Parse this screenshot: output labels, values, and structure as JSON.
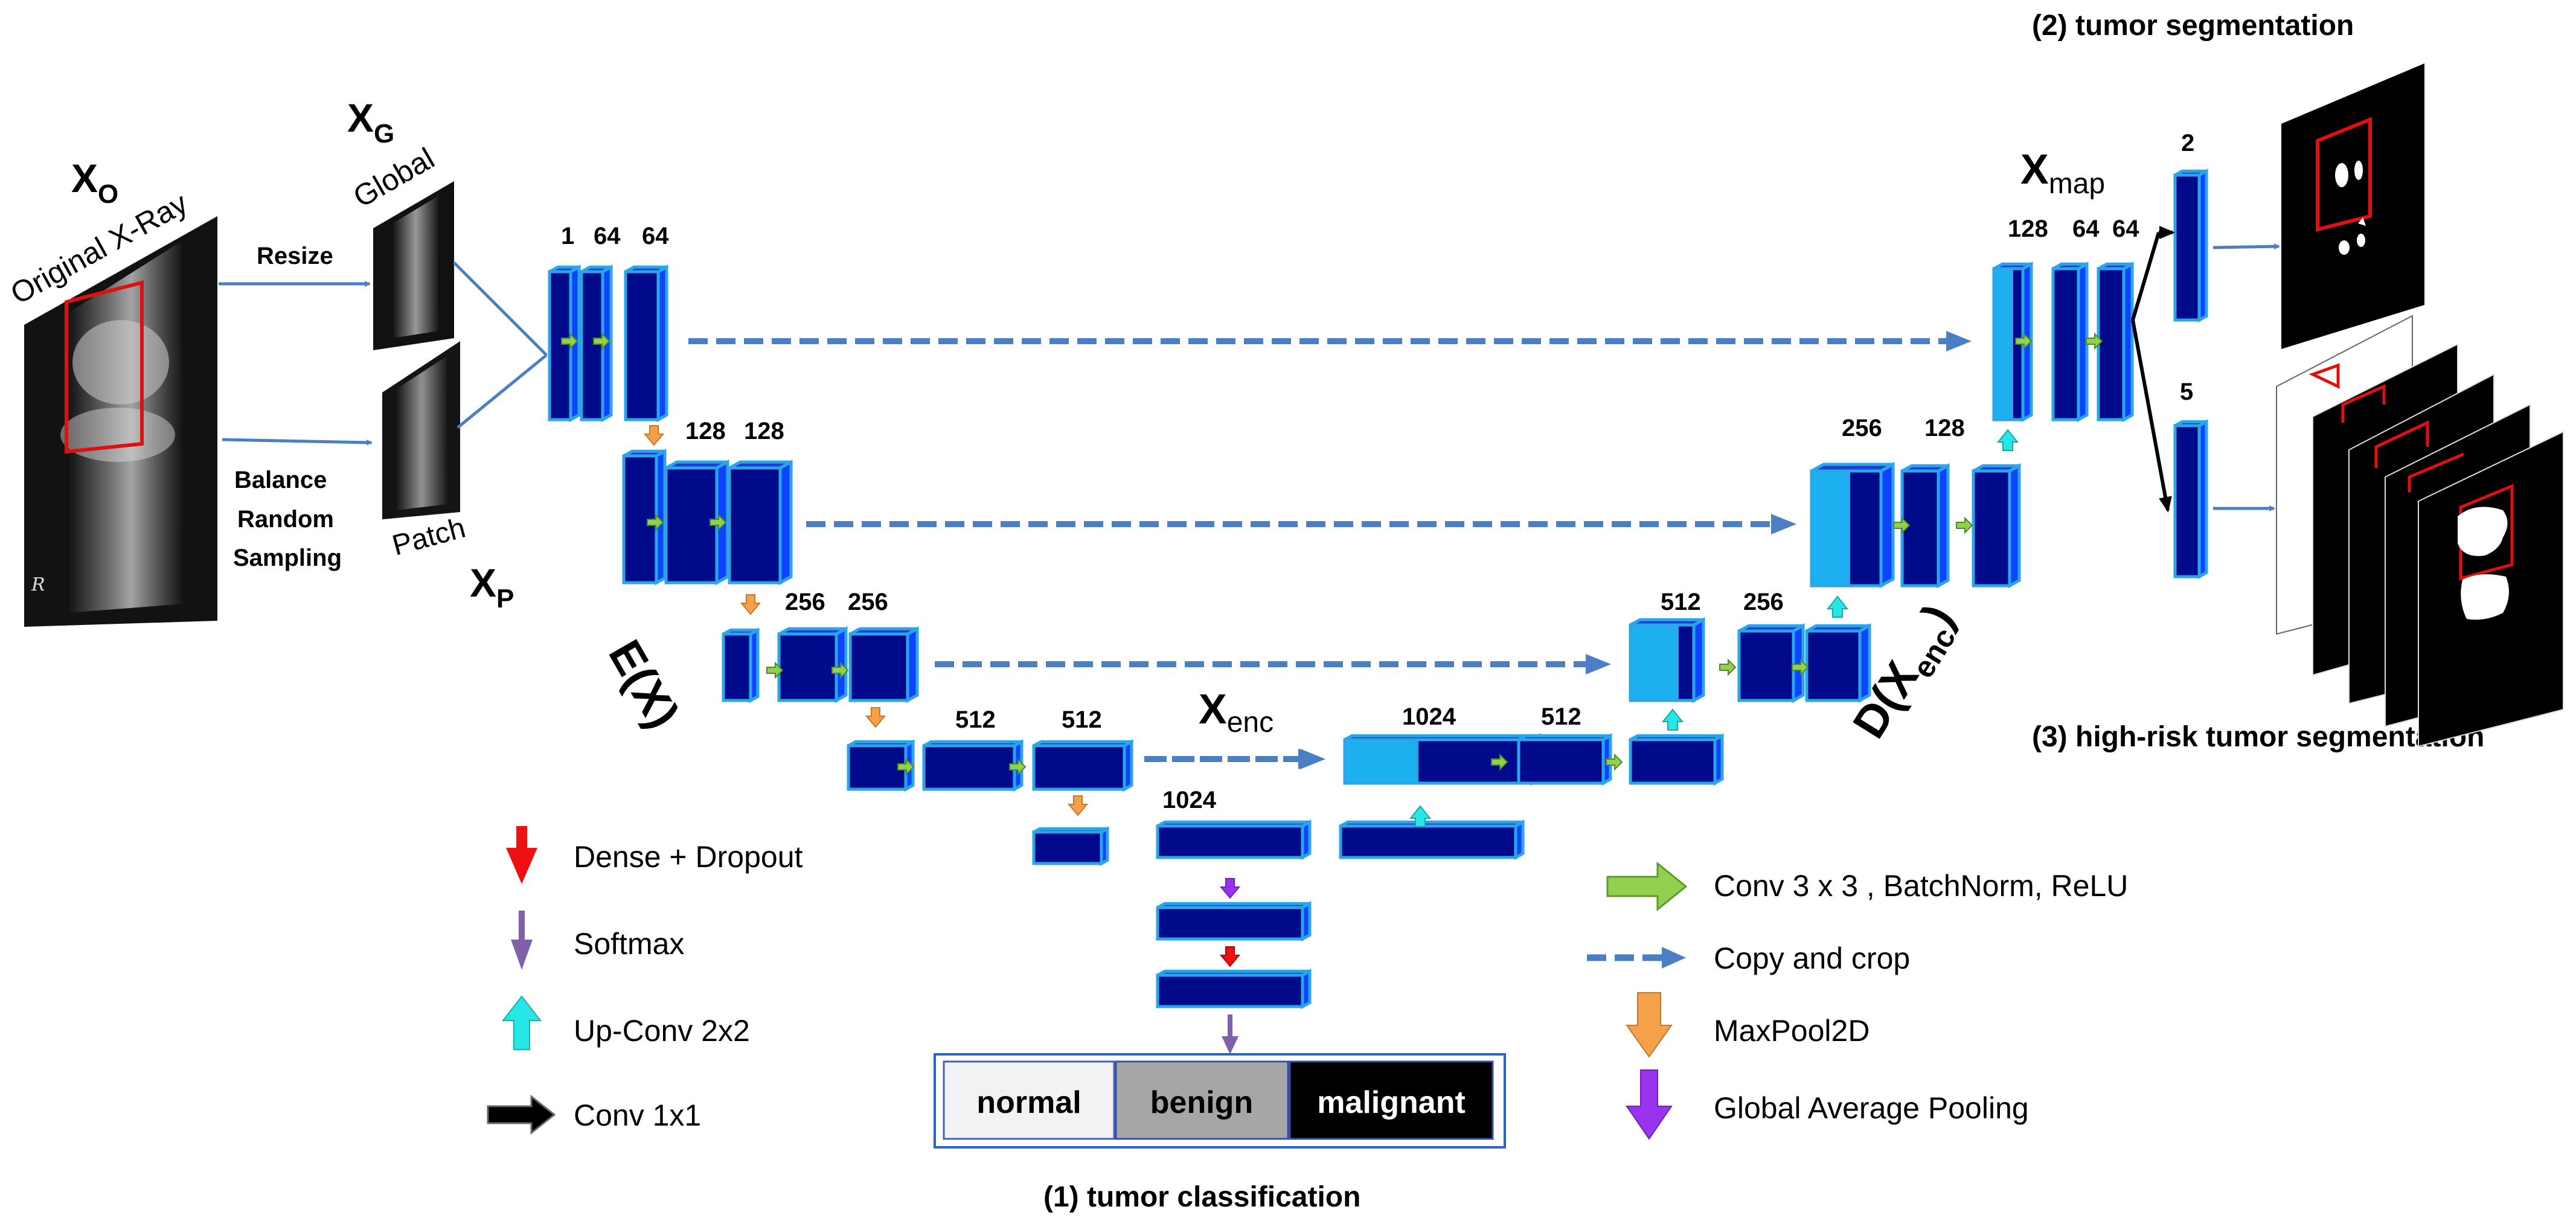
{
  "input": {
    "xo": "X",
    "xo_sub": "O",
    "original_caption": "Original X-Ray",
    "xray_marker": "R",
    "resize": "Resize",
    "sampling_lines": [
      "Balance",
      "Random",
      "Sampling"
    ],
    "xg": "X",
    "xg_sub": "G",
    "global_label": "Global",
    "xp": "X",
    "xp_sub": "P",
    "patch_label": "Patch"
  },
  "encoder": {
    "label": "E(X)",
    "level1": [
      "1",
      "64",
      "64"
    ],
    "level2": [
      "128",
      "128"
    ],
    "level3": [
      "256",
      "256"
    ],
    "level4": [
      "512",
      "512"
    ]
  },
  "bottleneck": {
    "xenc": "X",
    "xenc_sub": "enc",
    "dense_label": "1024"
  },
  "decoder": {
    "label_d": "D(X",
    "label_sub": "enc",
    "label_close": ")",
    "level4": [
      "1024",
      "512"
    ],
    "level3": [
      "512",
      "256"
    ],
    "level2": [
      "256",
      "128"
    ],
    "level1": [
      "128",
      "64",
      "64"
    ],
    "xmap": "X",
    "xmap_sub": "map"
  },
  "heads": {
    "seg_channels": "2",
    "risk_channels": "5",
    "seg_title": "(2) tumor  segmentation",
    "risk_title": "(3) high-risk tumor segmentation"
  },
  "classification": {
    "classes": [
      "normal",
      "benign",
      "malignant"
    ],
    "title": "(1) tumor  classification"
  },
  "legend_left": [
    {
      "icon": "red-arrow-icon",
      "label": "Dense + Dropout"
    },
    {
      "icon": "purple-thin-arrow-icon",
      "label": "Softmax"
    },
    {
      "icon": "cyan-arrow-icon",
      "label": "Up-Conv 2x2"
    },
    {
      "icon": "black-arrow-icon",
      "label": "Conv 1x1"
    }
  ],
  "legend_right": [
    {
      "icon": "green-arrow-icon",
      "label": "Conv 3 x 3 , BatchNorm, ReLU"
    },
    {
      "icon": "dashed-arrow-icon",
      "label": "Copy and crop"
    },
    {
      "icon": "orange-arrow-icon",
      "label": "MaxPool2D"
    },
    {
      "icon": "violet-arrow-icon",
      "label": "Global Average Pooling"
    }
  ],
  "colors": {
    "block_front": "#000a8a",
    "block_side": "#0e44ff",
    "block_top": "#1d3fd8",
    "block_border": "#2aa6e8",
    "light_blue": "#1cb0f0",
    "conv_arrow": "#92d050",
    "maxpool": "#f5a04a",
    "upconv": "#27e6e6",
    "skip": "#4a7ec5",
    "dense": "#ee1111",
    "softmax": "#8060a8",
    "gap": "#9933ee",
    "conv1x1": "#000000",
    "mask_frame": "#e01010"
  }
}
